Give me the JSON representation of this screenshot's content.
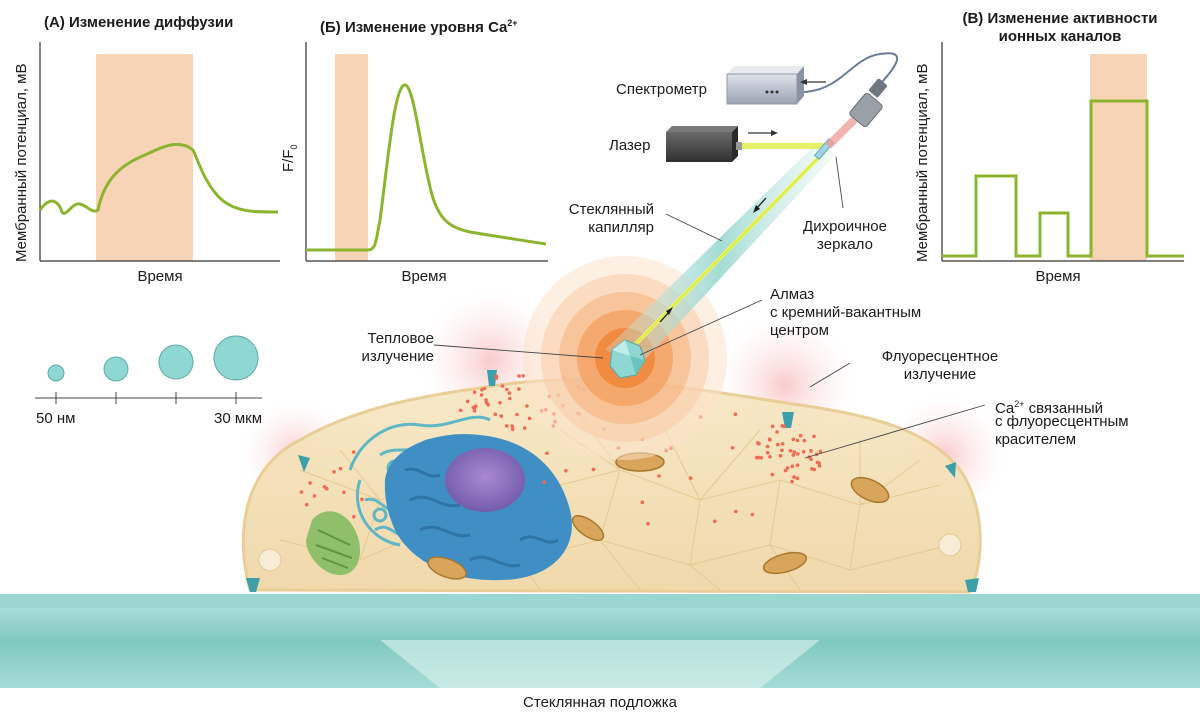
{
  "colors": {
    "highlight": "#f8d4b6",
    "curve": "#8db42f",
    "glass": "#86cfc8",
    "cell": "#f3dfb3",
    "heat": "#f08a2e",
    "dots": "#ef6b55"
  },
  "panel_a": {
    "title": "(А) Изменение диффузии",
    "ylabel": "Мембранный потенциал, мВ",
    "xlabel": "Время"
  },
  "panel_b": {
    "title_main": "(Б) Изменение уровня Ca",
    "title_sup": "2+",
    "ylabel_main": "F/F",
    "ylabel_sub": "0",
    "xlabel": "Время"
  },
  "panel_c": {
    "title_line1": "(В) Изменение активности",
    "title_line2": "ионных каналов",
    "ylabel": "Мембранный потенциал, мВ",
    "xlabel": "Время"
  },
  "labels": {
    "spectrometer": "Спектрометр",
    "laser": "Лазер",
    "capillary_line1": "Стеклянный",
    "capillary_line2": "капилляр",
    "mirror_line1": "Дихроичное",
    "mirror_line2": "зеркало",
    "diamond_line1": "Алмаз",
    "diamond_line2": "с кремний-вакантным",
    "diamond_line3": "центром",
    "thermal_line1": "Тепловое",
    "thermal_line2": "излучение",
    "fluor_line1": "Флуоресцентное",
    "fluor_line2": "излучение",
    "ca_line1_main": "Ca",
    "ca_line1_sup": "2+",
    "ca_line1_rest": " связанный",
    "ca_line2": "с флуоресцентным",
    "ca_line3": "красителем",
    "substrate": "Стеклянная подложка"
  },
  "scale": {
    "left_label": "50 нм",
    "right_label": "30 мкм"
  }
}
